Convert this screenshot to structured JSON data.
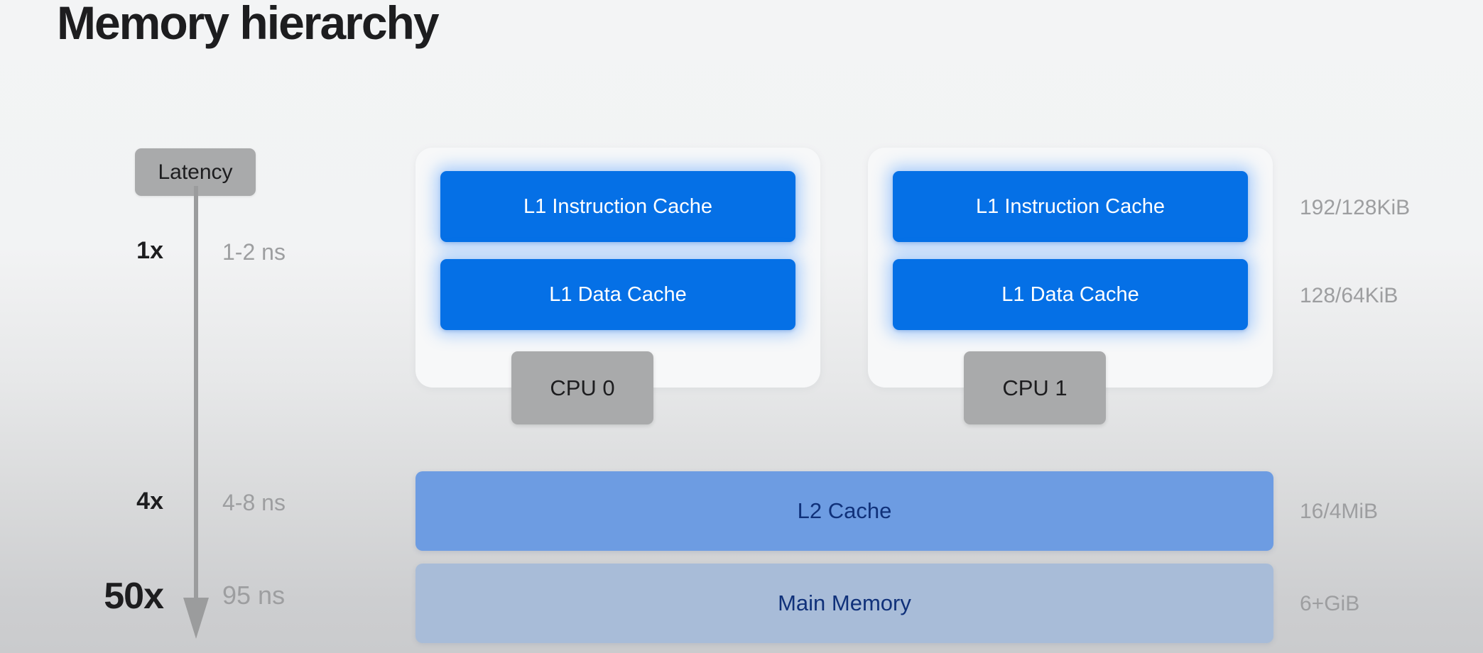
{
  "slide": {
    "title": "Memory hierarchy"
  },
  "latency_axis": {
    "badge_label": "Latency",
    "arrow_icon": "down-arrow-icon",
    "rows": [
      {
        "multiplier": "1x",
        "time": "1-2 ns"
      },
      {
        "multiplier": "4x",
        "time": "4-8 ns"
      },
      {
        "multiplier": "50x",
        "time": "95 ns"
      }
    ]
  },
  "cpus": [
    {
      "badge_label": "CPU 0",
      "caches": [
        {
          "label": "L1 Instruction Cache"
        },
        {
          "label": "L1 Data Cache"
        }
      ]
    },
    {
      "badge_label": "CPU 1",
      "caches": [
        {
          "label": "L1 Instruction Cache"
        },
        {
          "label": "L1 Data Cache"
        }
      ]
    }
  ],
  "shared_levels": [
    {
      "label": "L2 Cache"
    },
    {
      "label": "Main Memory"
    }
  ],
  "size_labels": {
    "l1_instruction": "192/128KiB",
    "l1_data": "128/64KiB",
    "l2_cache": "16/4MiB",
    "main_memory": "6+GiB"
  },
  "colors": {
    "l1_cache": "#0570e6",
    "l2_cache": "#6d9ce2",
    "main_memory": "#a8bcd8",
    "badge_gray": "#a9aaab",
    "bar_text_navy": "#10317a",
    "muted_text": "#9d9ea0",
    "title_text": "#1d1d1f"
  }
}
